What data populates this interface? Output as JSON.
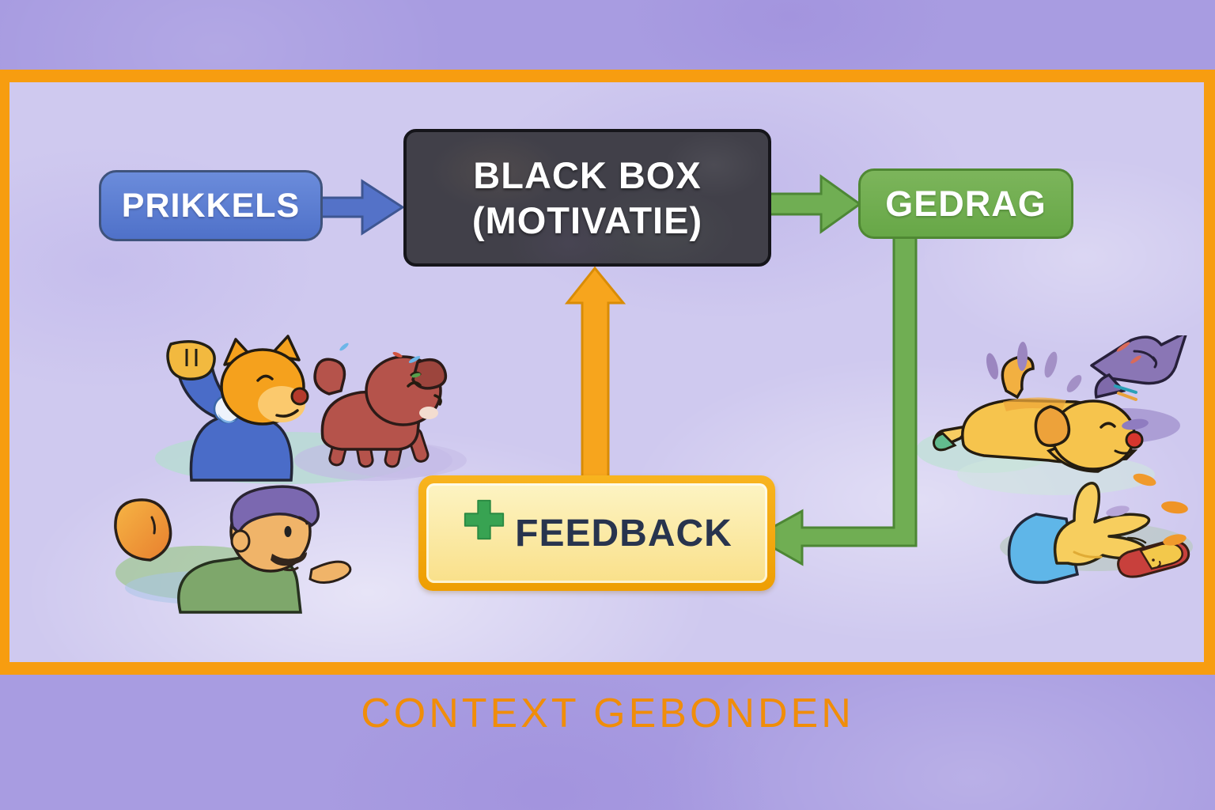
{
  "background": {
    "outer_color": "#a89ce1",
    "inner_color": "#cfc9ef",
    "frame_color": "#f79d10"
  },
  "caption": {
    "text": "CONTEXT GEBONDEN",
    "color": "#f08d0a"
  },
  "nodes": {
    "prikkels": {
      "label": "PRIKKELS",
      "fill": "#5b80d5",
      "text_color": "#ffffff"
    },
    "black_box": {
      "line1": "BLACK BOX",
      "line2": "(MOTIVATIE)",
      "fill": "#414049",
      "text_color": "#ffffff"
    },
    "gedrag": {
      "label": "GEDRAG",
      "fill": "#72ae51",
      "text_color": "#ffffff"
    },
    "feedback": {
      "label": "FEEDBACK",
      "fill": "#fbe9a7",
      "border_color": "#f2a60d",
      "text_color": "#28344e",
      "icon": "plus-icon",
      "icon_color": "#38a352"
    }
  },
  "arrows": [
    {
      "name": "arrow-prikkels-to-blackbox",
      "color": "#5472c8",
      "direction": "right"
    },
    {
      "name": "arrow-blackbox-to-gedrag",
      "color": "#70ae53",
      "direction": "right"
    },
    {
      "name": "arrow-gedrag-to-feedback",
      "color": "#70ae53",
      "direction": "down-then-left"
    },
    {
      "name": "arrow-feedback-to-blackbox",
      "color": "#f7a51d",
      "direction": "up"
    }
  ],
  "illustrations": [
    "dog-trainer",
    "puppy",
    "man-with-glove",
    "running-dog",
    "purple-bird",
    "open-hand",
    "dog-treat"
  ]
}
